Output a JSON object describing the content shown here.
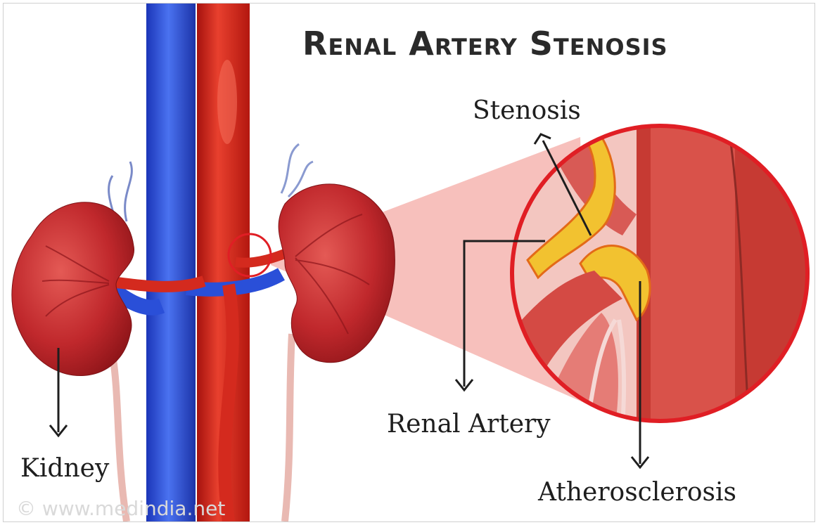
{
  "title": "Renal Artery Stenosis",
  "labels": {
    "stenosis": "Stenosis",
    "renal_artery": "Renal Artery",
    "kidney": "Kidney",
    "atherosclerosis": "Atherosclerosis"
  },
  "watermark": "© www.medindia.net",
  "colors": {
    "artery": "#d42a1e",
    "vein": "#2a4fd8",
    "kidney": "#c0282c",
    "plaque": "#f2c230",
    "zoom_ring": "#e01e24",
    "zoom_cone": "#f6b5b0"
  }
}
